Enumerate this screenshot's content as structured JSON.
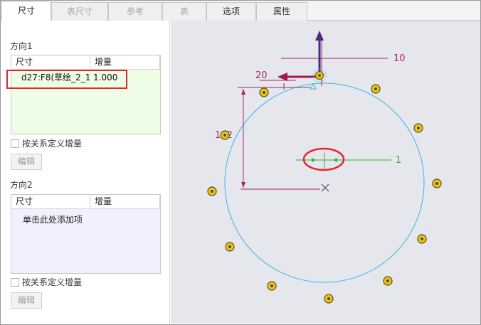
{
  "tabs": [
    {
      "label": "尺寸",
      "state": "active"
    },
    {
      "label": "表尺寸",
      "state": "disabled"
    },
    {
      "label": "参考",
      "state": "disabled"
    },
    {
      "label": "表",
      "state": "disabled"
    },
    {
      "label": "选项",
      "state": "normal"
    },
    {
      "label": "属性",
      "state": "normal"
    }
  ],
  "direction1": {
    "title": "方向1",
    "col_dimension": "尺寸",
    "col_increment": "增量",
    "rows": [
      {
        "dimension": "d27:F8(草绘_2_1)",
        "increment": "1.000"
      }
    ],
    "relation_checkbox": "按关系定义增量",
    "edit_button": "编辑",
    "bg_color": "#eefde6"
  },
  "direction2": {
    "title": "方向2",
    "col_dimension": "尺寸",
    "col_increment": "增量",
    "placeholder": "单击此处添加项",
    "relation_checkbox": "按关系定义增量",
    "edit_button": "编辑",
    "bg_color": "#f3efff"
  },
  "canvas": {
    "dim_labels": {
      "top_right": "10",
      "left_top": "20",
      "vertical": "102",
      "center": "1"
    },
    "colors": {
      "circle": "#3ab2e6",
      "dimension": "#a3275e",
      "green": "#30b030",
      "purple_arrow": "#4a2a88",
      "red_arrow": "#a0184e",
      "annotation": "#e0282e",
      "point": "#e8c81a"
    }
  }
}
